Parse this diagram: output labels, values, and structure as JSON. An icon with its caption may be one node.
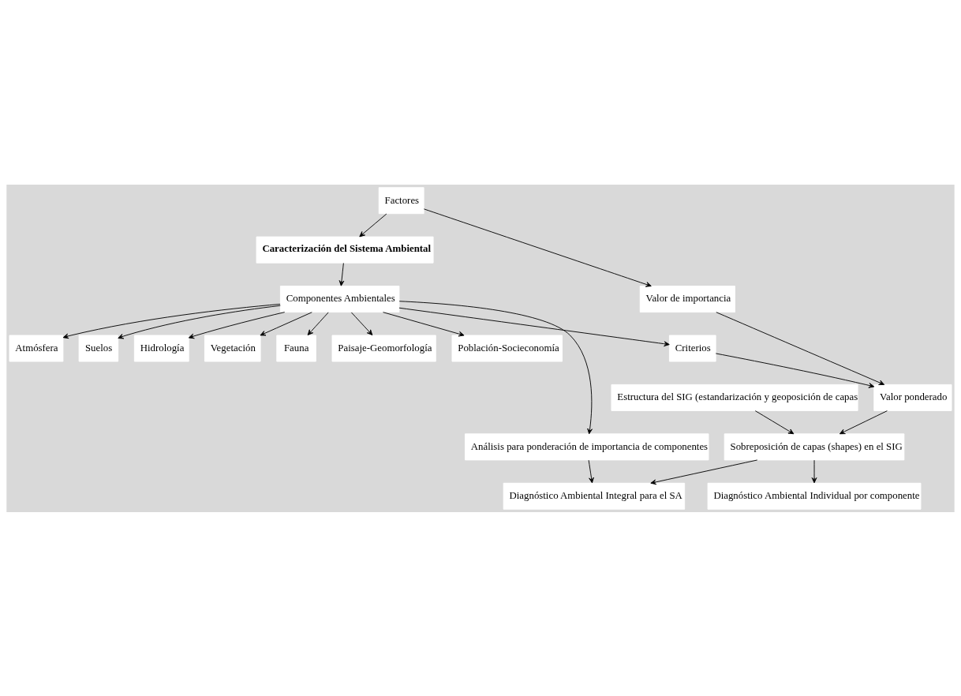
{
  "diagram": {
    "nodes": [
      {
        "text": [
          "Caracterización del Sistema Ambiental"
        ]
      },
      {
        "text": [
          "Componentes Ambientales"
        ]
      },
      {
        "text": [
          "Atmósfera"
        ]
      },
      {
        "text": [
          "Suelos"
        ]
      },
      {
        "text": [
          "Hidrología"
        ]
      },
      {
        "text": [
          "Vegetación"
        ]
      },
      {
        "text": [
          "Fauna"
        ]
      },
      {
        "text": [
          "Paisaje-Geomorfología"
        ]
      },
      {
        "text": [
          "Población-Socieconomía"
        ]
      },
      {
        "text": [
          "Análisis para ponderación de importancia de componentes"
        ]
      },
      {
        "text": [
          "Criterios"
        ]
      },
      {
        "text": [
          "Estructura del SIG (estandarización y geoposición de capas"
        ]
      },
      {
        "text": [
          "Valor ponderado"
        ]
      },
      {
        "text": [
          "Factores"
        ]
      },
      {
        "text": [
          "Valor de importancia"
        ]
      },
      {
        "text": [
          "Sobreposición de capas (shapes) en el SIG"
        ]
      },
      {
        "text": [
          "Diagnóstico Ambiental Individual por componente"
        ]
      },
      {
        "text": [
          "Diagnóstico Ambiental Integral para el SA"
        ]
      }
    ],
    "edges": [
      {
        "from": 0,
        "to": 1,
        "arrow": "to"
      },
      {
        "from": 1,
        "to": 2,
        "arrow": "to"
      },
      {
        "from": 1,
        "to": 3,
        "arrow": "to"
      },
      {
        "from": 1,
        "to": 4,
        "arrow": "to"
      },
      {
        "from": 1,
        "to": 5,
        "arrow": "to"
      },
      {
        "from": 1,
        "to": 6,
        "arrow": "to"
      },
      {
        "from": 1,
        "to": 7,
        "arrow": "to"
      },
      {
        "from": 1,
        "to": 8,
        "arrow": "to"
      },
      {
        "from": 1,
        "to": 9,
        "arrow": "to"
      },
      {
        "from": 1,
        "to": 10,
        "arrow": "to"
      },
      {
        "from": 10,
        "to": 12,
        "arrow": "to"
      },
      {
        "from": 13,
        "to": 0,
        "arrow": "to"
      },
      {
        "from": 13,
        "to": 14,
        "arrow": "to"
      },
      {
        "from": 14,
        "to": 12,
        "arrow": "to"
      },
      {
        "from": 11,
        "to": 15,
        "arrow": "to"
      },
      {
        "from": 12,
        "to": 15,
        "arrow": "to"
      },
      {
        "from": 15,
        "to": 16,
        "arrow": "to"
      },
      {
        "from": 15,
        "to": 17,
        "arrow": "to"
      },
      {
        "from": 9,
        "to": 17,
        "arrow": "to"
      }
    ]
  }
}
